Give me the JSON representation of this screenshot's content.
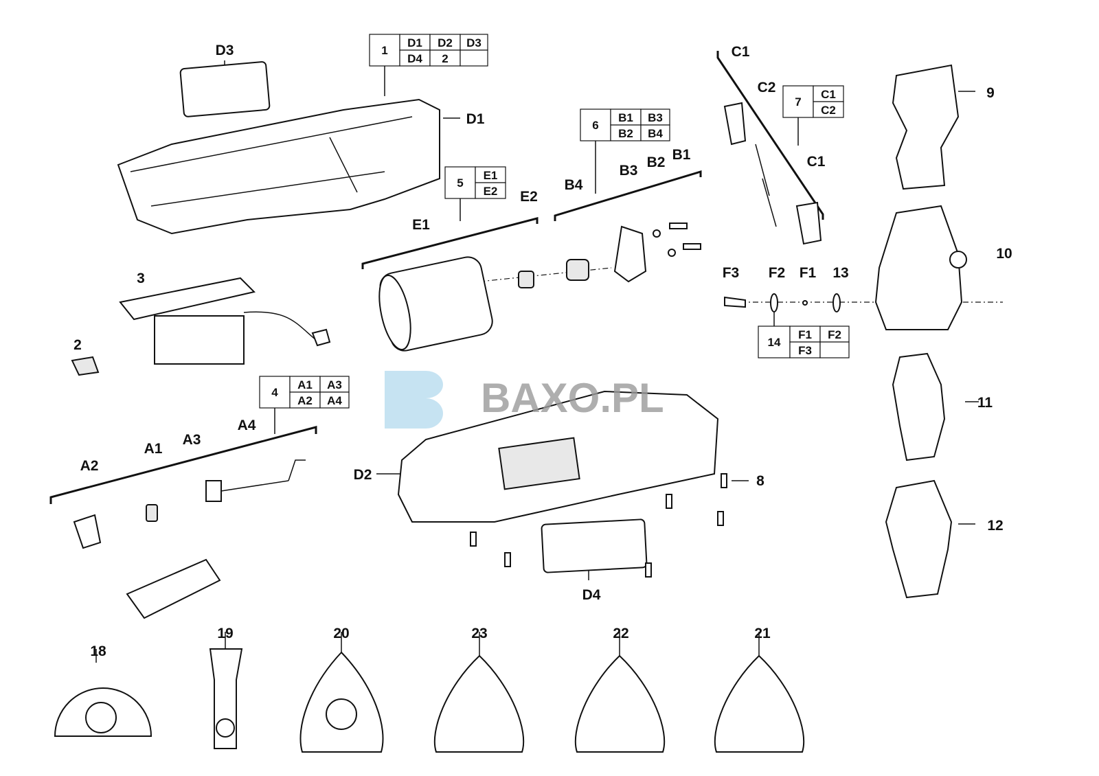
{
  "diagram": {
    "watermark": "BAXO.PL",
    "labels": {
      "D3": "D3",
      "D1": "D1",
      "D2": "D2",
      "D4": "D4",
      "C1a": "C1",
      "C2": "C2",
      "C1b": "C1",
      "B1": "B1",
      "B2": "B2",
      "B3": "B3",
      "B4": "B4",
      "E1": "E1",
      "E2": "E2",
      "F1": "F1",
      "F2": "F2",
      "F3": "F3",
      "A1": "A1",
      "A2": "A2",
      "A3": "A3",
      "A4": "A4",
      "p2": "2",
      "p3": "3",
      "p8": "8",
      "p9": "9",
      "p10": "10",
      "p11": "11",
      "p12": "12",
      "p13": "13",
      "p18": "18",
      "p19": "19",
      "p20": "20",
      "p21": "21",
      "p22": "22",
      "p23": "23"
    },
    "tables": {
      "t1": {
        "num": "1",
        "cells": [
          "D1",
          "D2",
          "D3",
          "D4",
          "2",
          ""
        ]
      },
      "t4": {
        "num": "4",
        "cells": [
          "A1",
          "A3",
          "A2",
          "A4"
        ]
      },
      "t5": {
        "num": "5",
        "cells": [
          "E1",
          "E2"
        ]
      },
      "t6": {
        "num": "6",
        "cells": [
          "B1",
          "B3",
          "B2",
          "B4"
        ]
      },
      "t7": {
        "num": "7",
        "cells": [
          "C1",
          "C2"
        ]
      },
      "t14": {
        "num": "14",
        "cells": [
          "F1",
          "F2",
          "F3",
          ""
        ]
      }
    }
  }
}
